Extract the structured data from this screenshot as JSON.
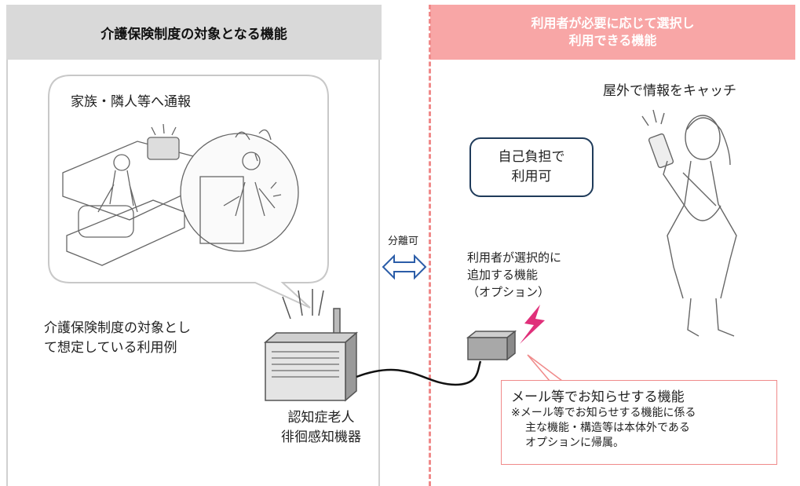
{
  "left_header": "介護保険制度の対象となる機能",
  "right_header": [
    "利用者が必要に応じて選択し",
    "利用できる機能"
  ],
  "bubble_text": "家族・隣人等へ通報",
  "usage_text": [
    "介護保険制度の対象とし",
    "て想定している利用例"
  ],
  "device_label": [
    "認知症老人",
    "徘徊感知機器"
  ],
  "separable_label": "分離可",
  "self_pay": [
    "自己負担で",
    "利用可"
  ],
  "option_text": [
    "利用者が選択的に",
    "追加する機能",
    "（オプション）"
  ],
  "outdoor_text": "屋外で情報をキャッチ",
  "notice": {
    "title": "メール等でお知らせする機能",
    "note": [
      "※メール等でお知らせする機能に係る",
      "主な機能・構造等は本体外である",
      "オプションに帰属。"
    ]
  },
  "colors": {
    "left_header_bg": "#d9d9d9",
    "right_header_bg": "#f8a6a6",
    "divider": "#f08a8a",
    "box_border": "#1f3b5a",
    "lightning": "#e0307a"
  }
}
